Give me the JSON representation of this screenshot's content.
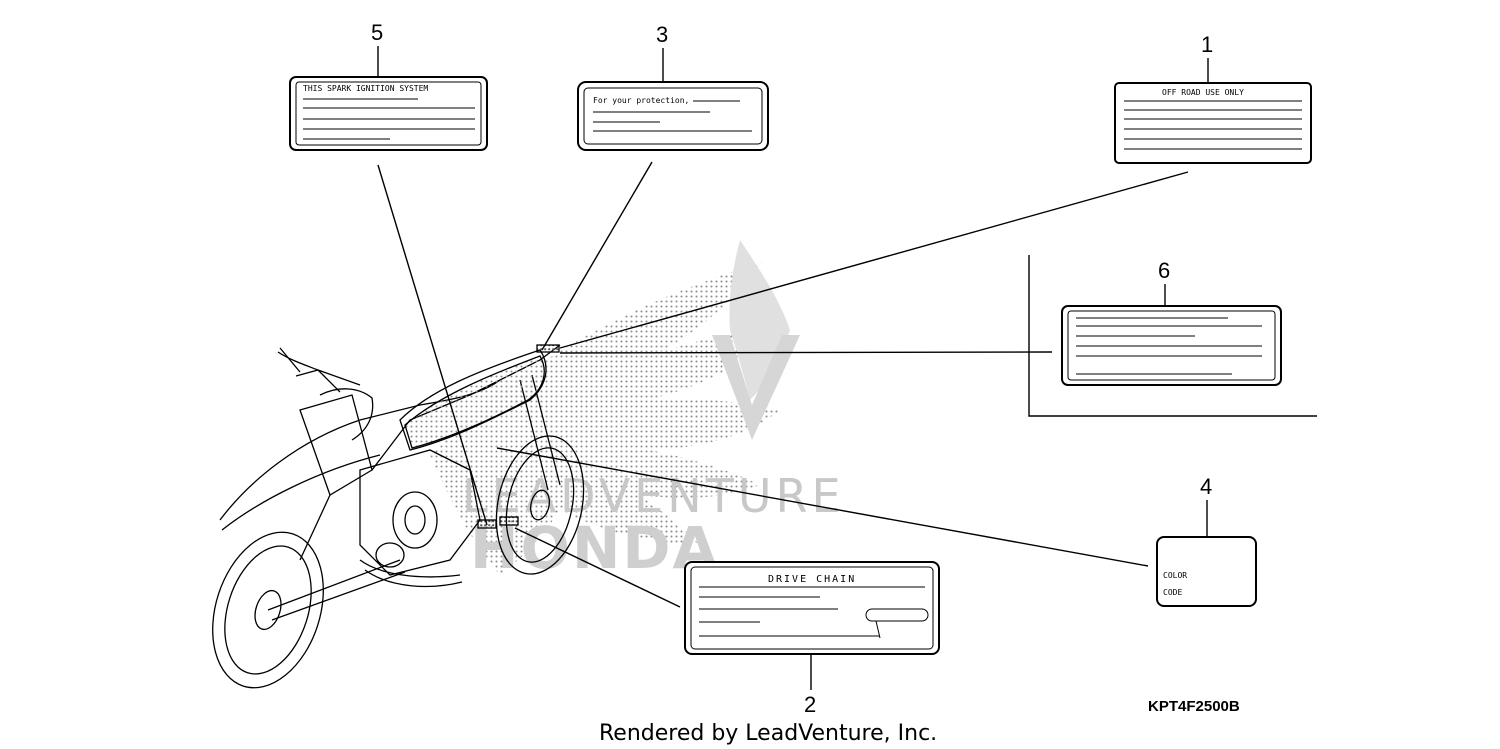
{
  "labels": [
    {
      "id": "1",
      "callout": "1",
      "text": "OFF ROAD USE ONLY"
    },
    {
      "id": "2",
      "callout": "2",
      "text": "DRIVE CHAIN"
    },
    {
      "id": "3",
      "callout": "3",
      "text": "For your protection,"
    },
    {
      "id": "4",
      "callout": "4",
      "line1": "COLOR",
      "line2": "CODE"
    },
    {
      "id": "5",
      "callout": "5",
      "text": "THIS SPARK IGNITION SYSTEM"
    },
    {
      "id": "6",
      "callout": "6"
    }
  ],
  "part_code": "KPT4F2500B",
  "footer": "Rendered by LeadVenture, Inc.",
  "watermark": {
    "line1": "LEADVENTURE",
    "line2": "HONDA",
    "color": "#cccccc"
  },
  "colors": {
    "ink": "#000000",
    "background": "#ffffff",
    "halftone": "#9a9a9a"
  }
}
